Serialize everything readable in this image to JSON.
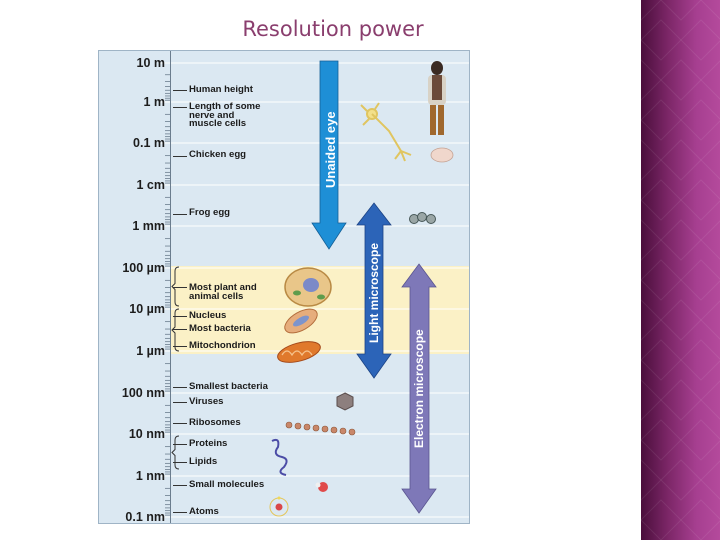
{
  "title": "Resolution power",
  "scale_labels": [
    "10 m",
    "1 m",
    "0.1 m",
    "1 cm",
    "1 mm",
    "100 µm",
    "10 µm",
    "1 µm",
    "100 nm",
    "10 nm",
    "1 nm",
    "0.1 nm"
  ],
  "objects": [
    {
      "label": "Human height"
    },
    {
      "label": "Length of some\nnerve and\nmuscle cells"
    },
    {
      "label": "Chicken egg"
    },
    {
      "label": "Frog egg"
    },
    {
      "label": "Most plant and\nanimal cells"
    },
    {
      "label": "Nucleus"
    },
    {
      "label": "Most bacteria"
    },
    {
      "label": "Mitochondrion"
    },
    {
      "label": "Smallest bacteria"
    },
    {
      "label": "Viruses"
    },
    {
      "label": "Ribosomes"
    },
    {
      "label": "Proteins"
    },
    {
      "label": "Lipids"
    },
    {
      "label": "Small molecules"
    },
    {
      "label": "Atoms"
    }
  ],
  "ranges": [
    {
      "label": "Unaided eye",
      "from": "10 m",
      "to": "1 mm",
      "color": "#1e8fd6"
    },
    {
      "label": "Light microscope",
      "from": "1 mm",
      "to": "100 nm",
      "color": "#2c64b8"
    },
    {
      "label": "Electron microscope",
      "from": "100 µm",
      "to": "0.1 nm",
      "color": "#7e78b8"
    }
  ],
  "colors": {
    "title": "#8a3e6e",
    "figure_background": "#dbe8f2",
    "cell_band": "#fbf1c6",
    "side_panel": "#7d2768"
  },
  "icons": [
    "human-figure-icon",
    "nerve-cell-icon",
    "chicken-egg-icon",
    "frog-eggs-icon",
    "plant-cell-icon",
    "bacterium-icon",
    "mitochondrion-icon",
    "virus-icon",
    "ribosome-chain-icon",
    "protein-icon",
    "small-molecule-icon",
    "atom-icon"
  ]
}
